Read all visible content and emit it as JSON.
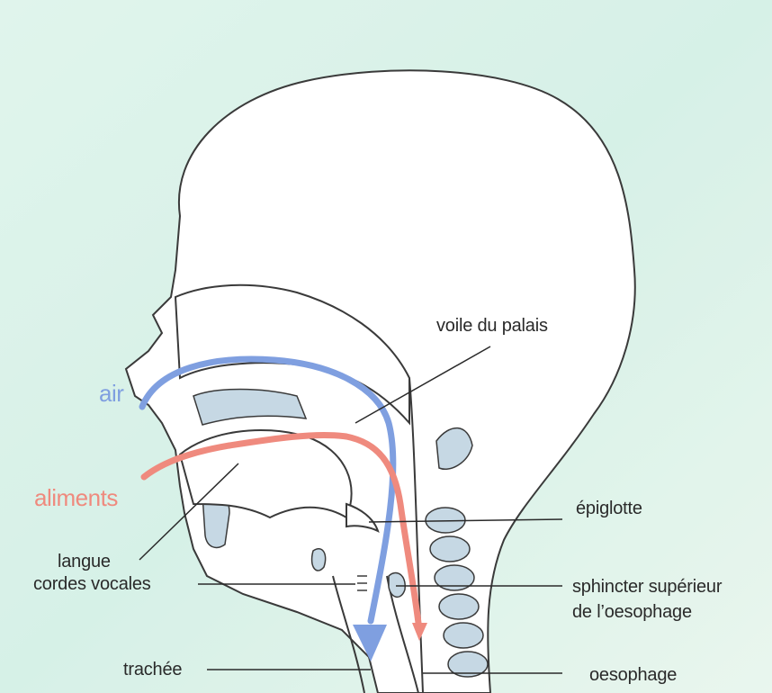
{
  "diagram": {
    "flows": {
      "air": {
        "label": "air",
        "color": "#7f9fe0"
      },
      "food": {
        "label": "aliments",
        "color": "#ef8a7e"
      }
    },
    "labels": {
      "voile_du_palais": "voile du palais",
      "epiglotte": "épiglotte",
      "langue": "langue",
      "cordes_vocales": "cordes vocales",
      "sphincter_line1": "sphincter supérieur",
      "sphincter_line2": "de l’oesophage",
      "trachee": "trachée",
      "oesophage": "oesophage"
    },
    "colors": {
      "background": "#cfeee2",
      "head_fill": "#ffffff",
      "outline": "#3a3a3a",
      "bone": "#c6d8e4"
    }
  }
}
